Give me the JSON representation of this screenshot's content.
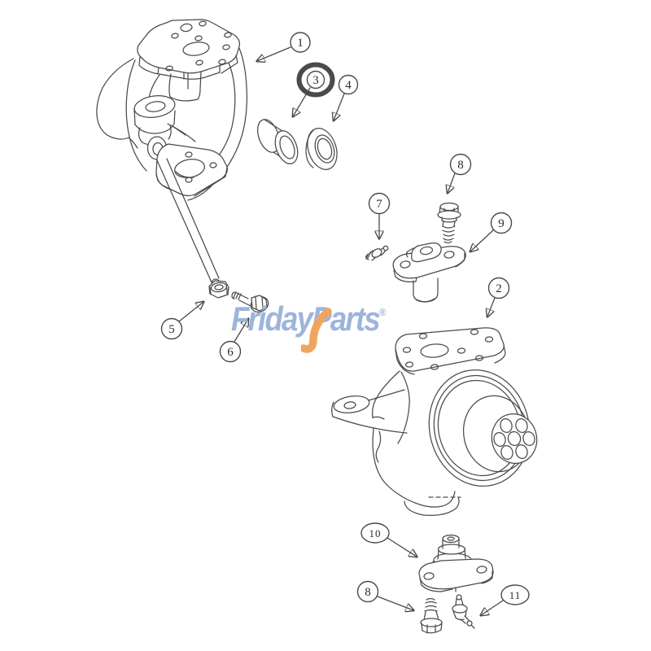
{
  "page": {
    "background_color": "#ffffff",
    "kind": "exploded-parts-diagram"
  },
  "watermark": {
    "text_before_swoosh": "Frida",
    "swoosh_letter": "y",
    "text_after_swoosh": "Parts",
    "registered_mark": "®",
    "text_color": "#9db4db",
    "swoosh_color": "#f0a55e"
  },
  "highlight": {
    "highlighted_callout": "3",
    "ring_color": "#cc3124"
  },
  "callouts": [
    {
      "label": "1"
    },
    {
      "label": "3"
    },
    {
      "label": "4"
    },
    {
      "label": "7"
    },
    {
      "label": "8"
    },
    {
      "label": "9"
    },
    {
      "label": "2"
    },
    {
      "label": "5"
    },
    {
      "label": "6"
    },
    {
      "label": "10"
    },
    {
      "label": "8"
    },
    {
      "label": "11"
    }
  ]
}
